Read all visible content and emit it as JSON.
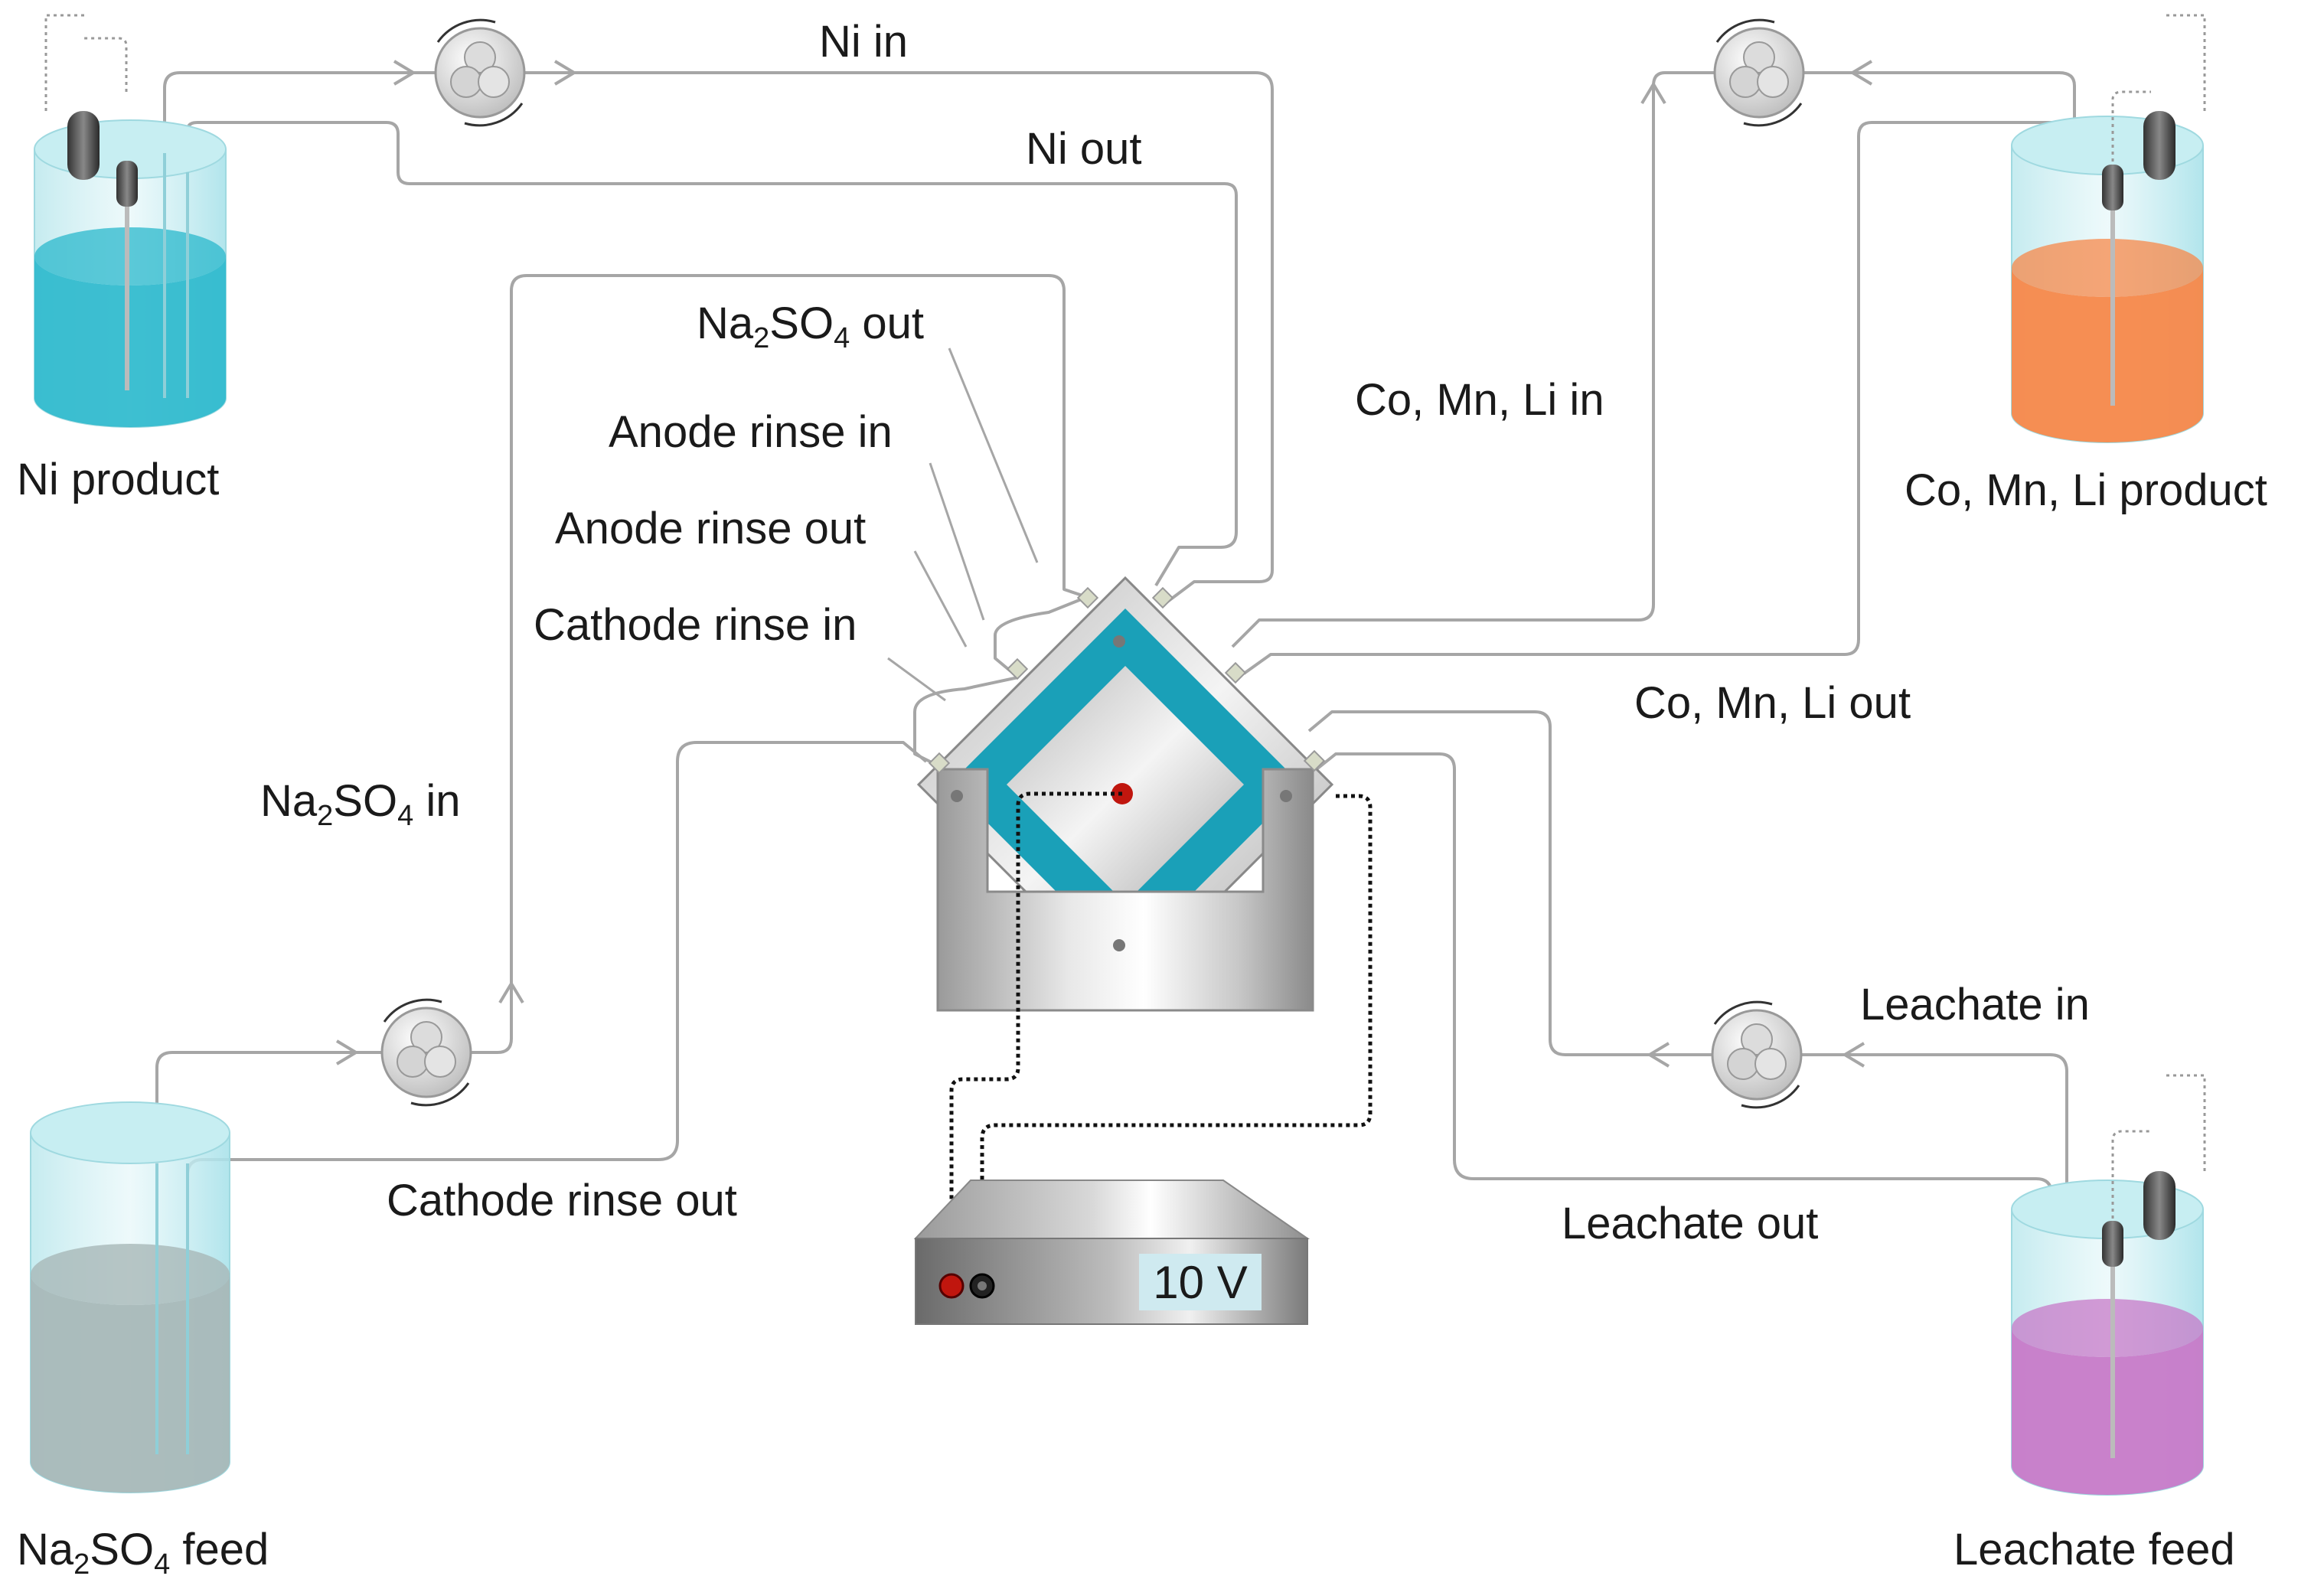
{
  "labels": {
    "ni_in": "Ni in",
    "ni_out": "Ni out",
    "na2so4_out": {
      "pre": "Na",
      "sub1": "2",
      "mid": "SO",
      "sub2": "4",
      "post": " out"
    },
    "anode_rinse_in": "Anode rinse in",
    "anode_rinse_out": "Anode rinse out",
    "cathode_rinse_in": "Cathode rinse in",
    "na2so4_in": {
      "pre": "Na",
      "sub1": "2",
      "mid": "SO",
      "sub2": "4",
      "post": " in"
    },
    "cathode_rinse_out": "Cathode rinse out",
    "co_mn_li_in": "Co, Mn, Li in",
    "co_mn_li_out": "Co, Mn, Li out",
    "leachate_in": "Leachate in",
    "leachate_out": "Leachate out"
  },
  "tanks": {
    "ni_product": {
      "label": "Ni product",
      "color": "#2ab8cc"
    },
    "co_mn_li_product": {
      "label": "Co, Mn, Li product",
      "color": "#f7884a"
    },
    "na2so4_feed": {
      "label": {
        "pre": "Na",
        "sub1": "2",
        "mid": "SO",
        "sub2": "4",
        "post": " feed"
      },
      "color": "#a8b8b8"
    },
    "leachate_feed": {
      "label": "Leachate feed",
      "color": "#c77ac8"
    }
  },
  "power_supply": {
    "display": "10 V"
  },
  "colors": {
    "tube": "#a6a6a6",
    "membrane": "#1aa0b8",
    "steel": "#c4c4c4",
    "positive_terminal": "#c0160e",
    "negative_terminal": "#222222"
  }
}
